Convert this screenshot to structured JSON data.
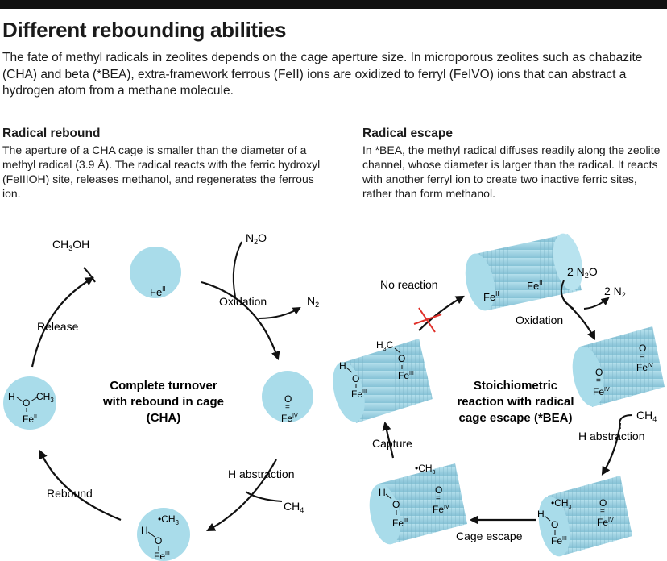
{
  "header": {
    "title": "Different rebounding abilities",
    "intro": "The fate of methyl radicals in zeolites depends on the cage aperture size. In microporous zeolites such as chabazite (CHA) and beta (*BEA), extra-framework ferrous (FeII) ions are oxidized to ferryl (FeIVO) ions that can abstract a hydrogen atom from a methane molecule."
  },
  "left": {
    "heading": "Radical rebound",
    "text": "The aperture of a CHA cage is smaller than the diameter of a methyl radical (3.9 Å). The radical reacts with the ferric hydroxyl (FeIIIOH) site, releases methanol, and regenerates the ferrous ion.",
    "center_label": [
      "Complete turnover",
      "with rebound in cage",
      "(CHA)"
    ],
    "steps": {
      "oxidation": "Oxidation",
      "h_abstraction": "H abstraction",
      "rebound": "Rebound",
      "release": "Release"
    },
    "species": {
      "n2o": "N2O",
      "n2": "N2",
      "ch4": "CH4",
      "ch3oh": "CH3OH"
    },
    "states": [
      {
        "id": "fe2",
        "label": "FeII"
      },
      {
        "id": "fe4o",
        "label": "FeIV=O"
      },
      {
        "id": "fe3oh_ch3",
        "label": "H-O-FeIII •CH3"
      },
      {
        "id": "fe2_meoh",
        "label": "H-O(-CH3)-FeII"
      }
    ]
  },
  "right": {
    "heading": "Radical escape",
    "text": "In *BEA, the methyl radical diffuses readily along the zeolite channel, whose diameter is larger than the radical. It reacts with another ferryl ion to create two inactive ferric sites, rather than form methanol.",
    "center_label": [
      "Stoichiometric",
      "reaction with radical",
      "cage escape (*BEA)"
    ],
    "steps": {
      "no_reaction": "No reaction",
      "oxidation": "Oxidation",
      "h_abstraction": "H abstraction",
      "cage_escape": "Cage escape",
      "capture": "Capture"
    },
    "species": {
      "n2o": "2 N2O",
      "n2": "2 N2",
      "ch4": "CH4"
    }
  },
  "colors": {
    "sphere": "#a9dcea",
    "cylinder_side": "#8fc9dc",
    "cylinder_face": "#b8e3ef",
    "arrow": "#111111",
    "cross": "#e0302a"
  }
}
